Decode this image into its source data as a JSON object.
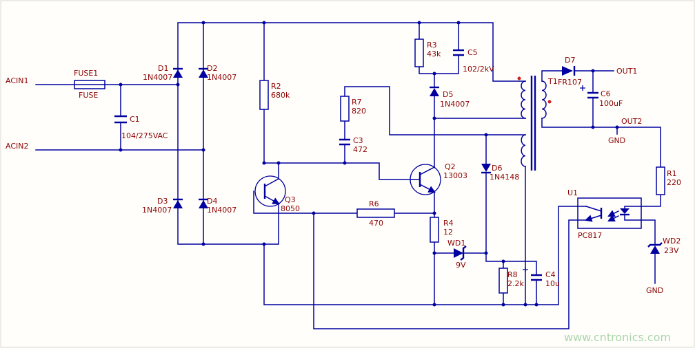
{
  "colors": {
    "wire": "#0000A0",
    "label": "#8B0000",
    "watermark_green": "#ABD5AB",
    "background": "#FFFEFB",
    "polarity_dot": "#CC2222"
  },
  "watermark": "www.cntronics.com",
  "ports": {
    "acin1": "ACIN1",
    "acin2": "ACIN2",
    "out1": "OUT1",
    "out2": "OUT2",
    "gnd_secondary": "GND",
    "gnd_wd2": "GND"
  },
  "components": {
    "fuse": {
      "ref": "FUSE1",
      "value": "FUSE"
    },
    "c1": {
      "ref": "C1",
      "value": "104/275VAC"
    },
    "d1": {
      "ref": "D1",
      "value": "1N4007"
    },
    "d2": {
      "ref": "D2",
      "value": "1N4007"
    },
    "d3": {
      "ref": "D3",
      "value": "1N4007"
    },
    "d4": {
      "ref": "D4",
      "value": "1N4007"
    },
    "r2": {
      "ref": "R2",
      "value": "680k"
    },
    "r3": {
      "ref": "R3",
      "value": "43k"
    },
    "c5": {
      "ref": "C5",
      "value": "102/2kV"
    },
    "d5": {
      "ref": "D5",
      "value": "1N4007"
    },
    "r7": {
      "ref": "R7",
      "value": "820"
    },
    "c3": {
      "ref": "C3",
      "value": "472"
    },
    "q2": {
      "ref": "Q2",
      "value": "13003"
    },
    "q3": {
      "ref": "Q3",
      "value": "8050"
    },
    "r6": {
      "ref": "R6",
      "value": "470"
    },
    "r4": {
      "ref": "R4",
      "value": "12"
    },
    "wd1": {
      "ref": "WD1",
      "value": "9V"
    },
    "d6": {
      "ref": "D6",
      "value": "1N4148"
    },
    "r8": {
      "ref": "R8",
      "value": "2.2k"
    },
    "c4": {
      "ref": "C4",
      "value": "10u"
    },
    "t1": {
      "ref": "T1"
    },
    "d7": {
      "ref": "D7",
      "value": "FR107"
    },
    "c6": {
      "ref": "C6",
      "value": "100uF"
    },
    "r1": {
      "ref": "R1",
      "value": "220"
    },
    "u1": {
      "ref": "U1",
      "value": "PC817"
    },
    "wd2": {
      "ref": "WD2",
      "value": "23V"
    }
  }
}
